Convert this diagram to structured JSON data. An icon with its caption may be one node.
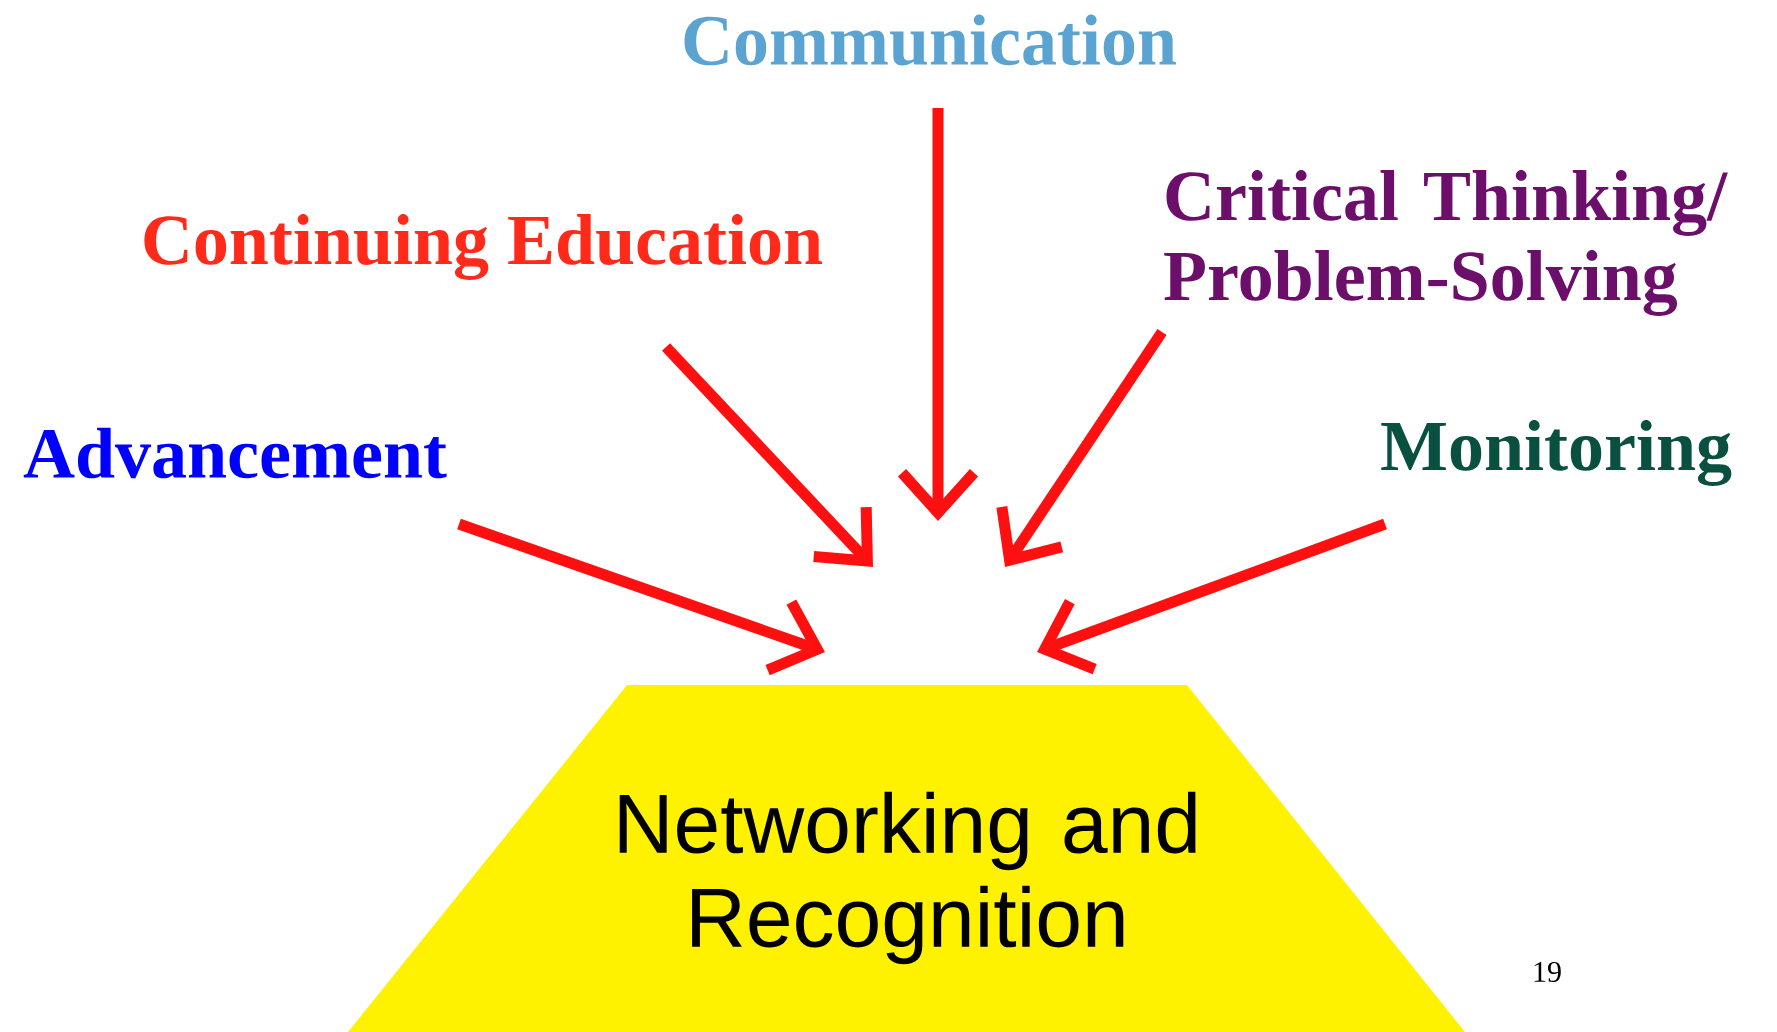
{
  "diagram": {
    "nodes": [
      {
        "text": [
          "Communication"
        ]
      },
      {
        "text": [
          "Continuing Education"
        ]
      },
      {
        "text": [
          "Critical Thinking/ Problem-Solving"
        ]
      },
      {
        "text": [
          "Advancement"
        ]
      },
      {
        "text": [
          "Monitoring"
        ]
      },
      {
        "text": [
          "Networking and Recognition"
        ]
      }
    ],
    "edges": [
      {
        "from": 0,
        "to": null,
        "arrow": "to"
      },
      {
        "from": 1,
        "to": null,
        "arrow": "to"
      },
      {
        "from": 2,
        "to": null,
        "arrow": "to"
      },
      {
        "from": 3,
        "to": 5,
        "arrow": "to"
      },
      {
        "from": 4,
        "to": 5,
        "arrow": "to"
      }
    ],
    "labels": [
      "19"
    ]
  }
}
